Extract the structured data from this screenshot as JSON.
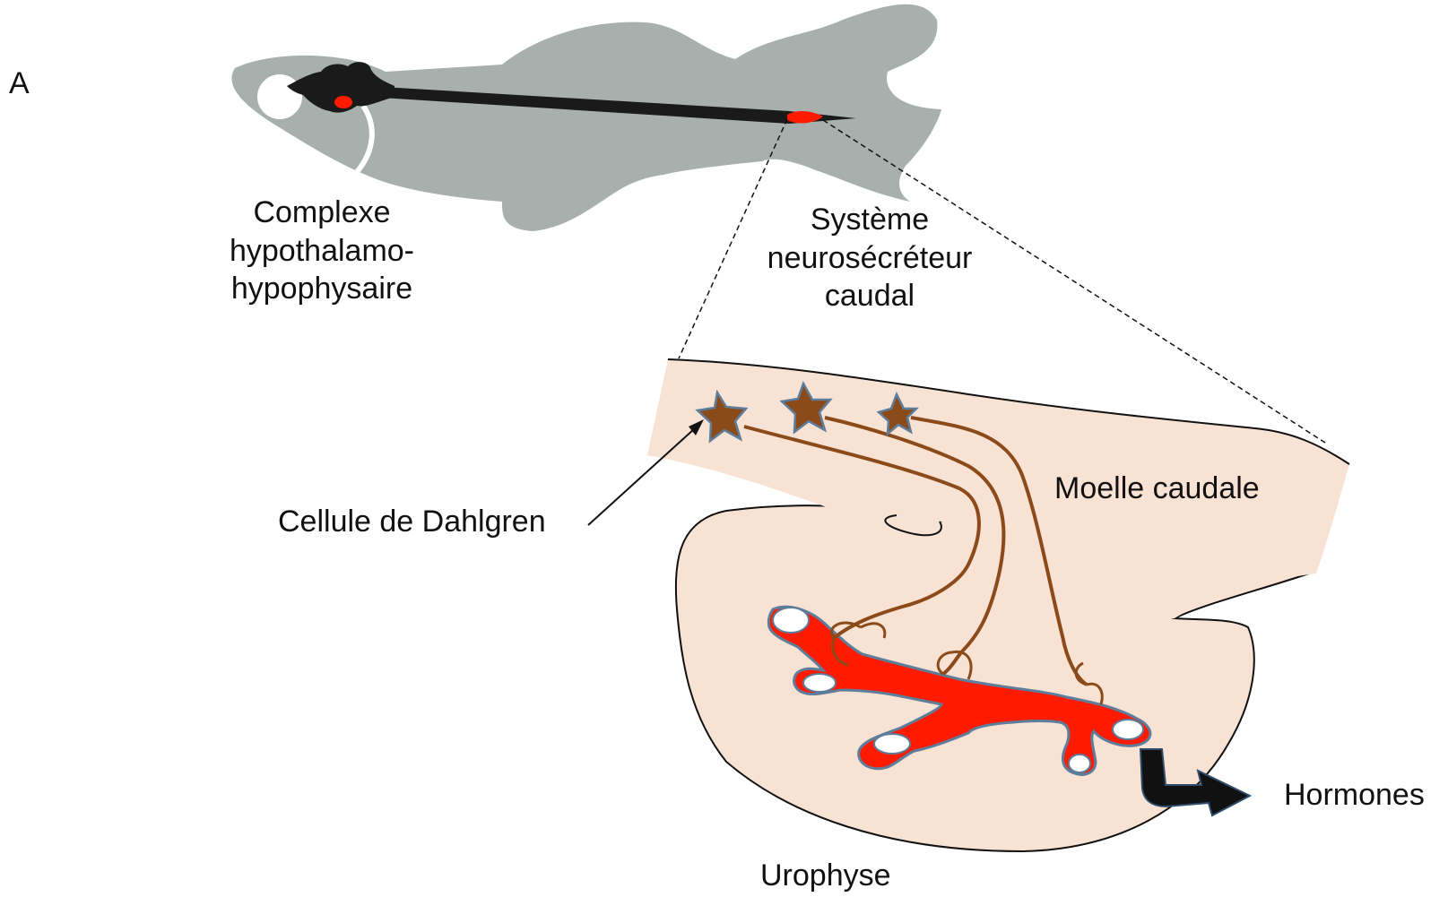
{
  "panel_letter": "A",
  "labels": {
    "complexe_line1": "Complexe",
    "complexe_line2": "hypothalamo-",
    "complexe_line3": "hypophysaire",
    "systeme_line1": "Système",
    "systeme_line2": "neurosécréteur",
    "systeme_line3": "caudal",
    "moelle": "Moelle caudale",
    "cellule": "Cellule de Dahlgren",
    "hormones": "Hormones",
    "urophyse": "Urophyse"
  },
  "colors": {
    "fish_body": "#a7b0ad",
    "spinal_cord": "#1a1a1a",
    "highlight_red": "#ff1a00",
    "tissue": "#f8e2d3",
    "neuron": "#8b4a19",
    "neuron_outline": "#5d7d9a",
    "vessel_outline": "#5d7d9a",
    "hormone_arrow": "#111111"
  }
}
